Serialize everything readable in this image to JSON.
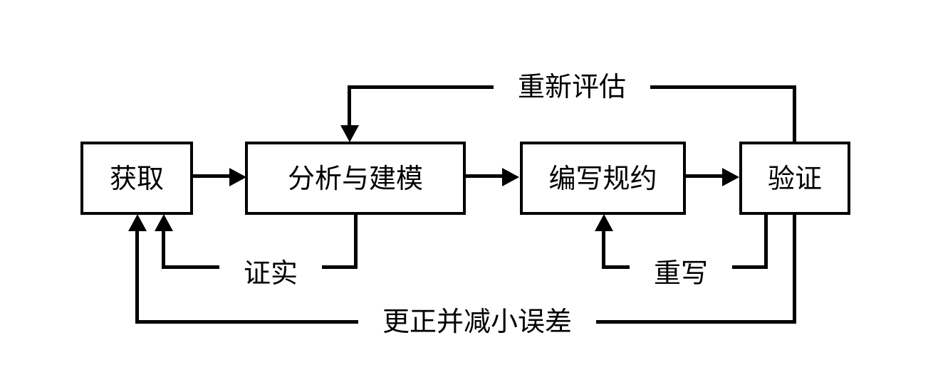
{
  "diagram": {
    "type": "flowchart",
    "colors": {
      "line": "#000000",
      "text": "#000000",
      "background": "#ffffff"
    },
    "nodes": [
      {
        "id": "acquire",
        "label": "获取"
      },
      {
        "id": "analysis",
        "label": "分析与建模"
      },
      {
        "id": "spec",
        "label": "编写规约"
      },
      {
        "id": "verify",
        "label": "验证"
      }
    ],
    "edges": [
      {
        "from": "获取",
        "to": "分析与建模",
        "label": ""
      },
      {
        "from": "分析与建模",
        "to": "编写规约",
        "label": ""
      },
      {
        "from": "编写规约",
        "to": "验证",
        "label": ""
      },
      {
        "from": "验证",
        "to": "分析与建模",
        "label": "重新评估"
      },
      {
        "from": "分析与建模",
        "to": "获取",
        "label": "证实"
      },
      {
        "from": "验证",
        "to": "编写规约",
        "label": "重写"
      },
      {
        "from": "验证",
        "to": "获取",
        "label": "更正并减小误差"
      }
    ]
  }
}
